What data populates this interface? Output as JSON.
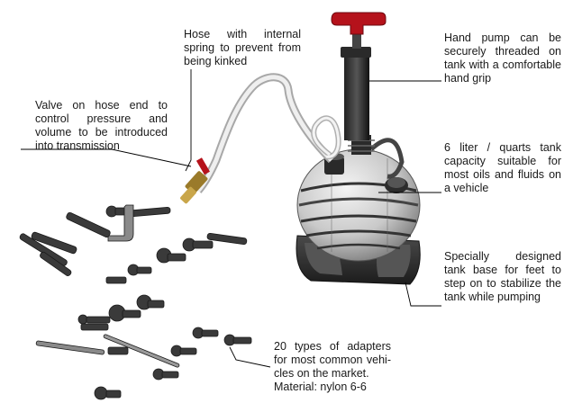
{
  "callouts": {
    "hose": {
      "lines": [
        "Hose with internal",
        "spring to prevent from",
        "being kinked"
      ]
    },
    "pump": {
      "lines": [
        "Hand pump can be",
        "securely threaded on",
        "tank with a comfortable",
        "hand grip"
      ]
    },
    "valve": {
      "lines": [
        "Valve on hose end to",
        "control pressure and",
        "volume to be introduced",
        "into transmission"
      ]
    },
    "tank": {
      "lines": [
        "6 liter / quarts tank",
        "capacity suitable for",
        "most oils and fluids on",
        "a vehicle"
      ]
    },
    "base": {
      "lines": [
        "Specially designed",
        "tank base for feet to",
        "step on to stabilize the",
        "tank while pumping"
      ]
    },
    "adapters": {
      "lines": [
        "20 types of adapters",
        "for most common vehi-",
        "cles on the market."
      ],
      "material": "Material: nylon 6-6"
    }
  },
  "colors": {
    "handle_red": "#b5121b",
    "tank_grey": "#c9c9c9",
    "base_dark": "#2b2b2b",
    "adapter_dark": "#3a3a3a",
    "line": "#000000"
  },
  "icons": {
    "pump": "hand-pump-illustration",
    "tank": "fluid-tank-illustration",
    "hose": "coiled-hose-illustration",
    "valve": "valve-illustration",
    "adapters": "adapter-set-illustration"
  }
}
